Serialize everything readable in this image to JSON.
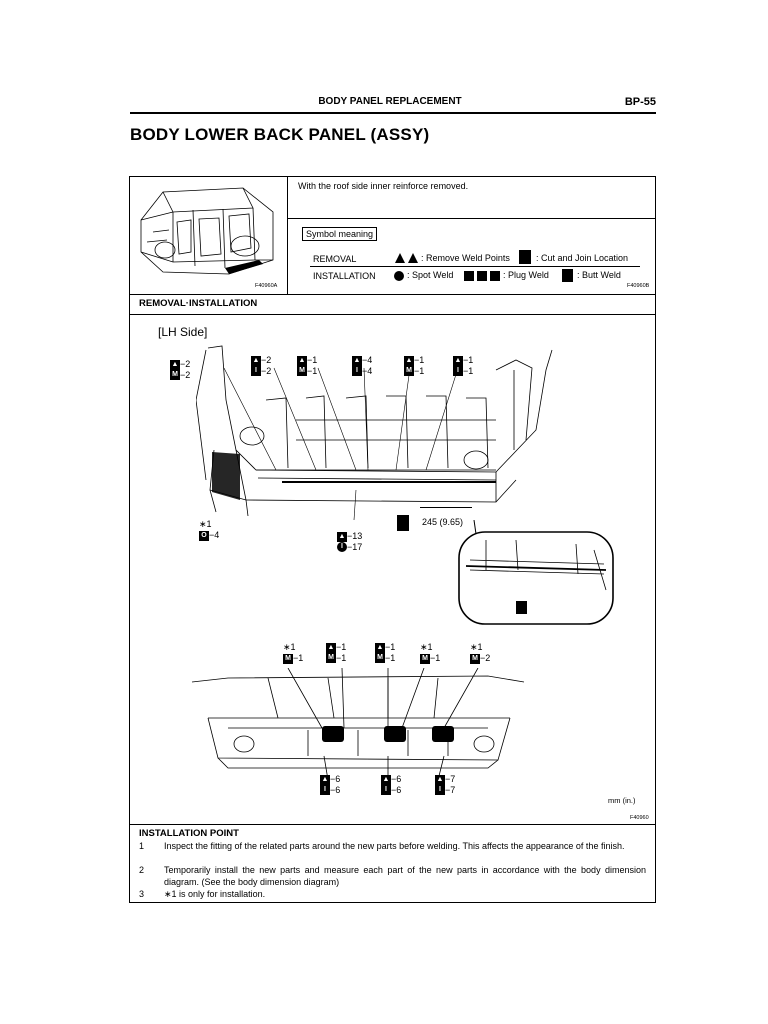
{
  "header": {
    "section": "BODY PANEL REPLACEMENT",
    "page": "BP-55"
  },
  "title": "BODY LOWER BACK PANEL (ASSY)",
  "top_box": {
    "figure_code_left": "F40960A",
    "note": "With the roof side inner reinforce removed.",
    "symbol_meaning_label": "Symbol meaning",
    "removal_label": "REMOVAL",
    "installation_label": "INSTALLATION",
    "remove_weld_points": ": Remove Weld Points",
    "cut_join": ": Cut and Join Location",
    "spot_weld": ": Spot Weld",
    "plug_weld": ": Plug Weld",
    "butt_weld": ": Butt Weld",
    "figure_code_right": "F40960B"
  },
  "section_heading": "REMOVAL·INSTALLATION",
  "diagram": {
    "side_label": "[LH Side]",
    "top_callouts": [
      {
        "a": "−2",
        "b": "−2"
      },
      {
        "a": "−2",
        "b": "−2"
      },
      {
        "a": "−1",
        "b": "−1"
      },
      {
        "a": "−4",
        "b": "−4"
      },
      {
        "a": "−1",
        "b": "−1"
      },
      {
        "a": "−1",
        "b": "−1"
      }
    ],
    "left_callout": {
      "a": "∗1",
      "b": "−4"
    },
    "center_callout": {
      "a": "−13",
      "b": "−17"
    },
    "dimension": "245 (9.65)",
    "bottom_top_callouts": [
      {
        "a": "∗1",
        "b": "−1"
      },
      {
        "a": "−1",
        "b": "−1"
      },
      {
        "a": "−1",
        "b": "−1"
      },
      {
        "a": "∗1",
        "b": "−1"
      },
      {
        "a": "∗1",
        "b": "−2"
      }
    ],
    "bottom_callouts": [
      {
        "a": "−6",
        "b": "−6"
      },
      {
        "a": "−6",
        "b": "−6"
      },
      {
        "a": "−7",
        "b": "−7"
      }
    ],
    "unit": "mm (in.)",
    "figure_code": "F40960"
  },
  "installation_point": {
    "heading": "INSTALLATION POINT",
    "items": [
      {
        "num": "1",
        "text": "Inspect the fitting of the related parts around the new parts before welding. This affects the appearance of the finish."
      },
      {
        "num": "2",
        "text": "Temporarily install the new parts and measure each part of the new parts in accordance with the body dimension diagram. (See the body dimension diagram)"
      },
      {
        "num": "3",
        "text": "∗1 is only for installation."
      }
    ]
  }
}
